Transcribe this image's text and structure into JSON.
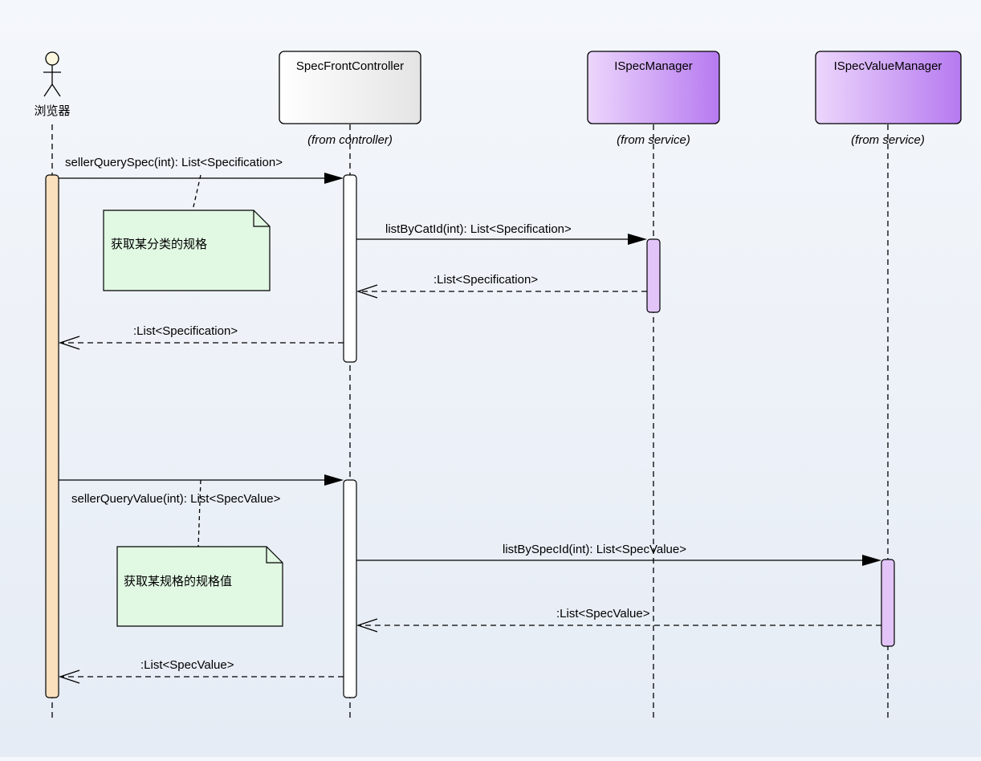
{
  "actor": {
    "name": "浏览器"
  },
  "lifelines": [
    {
      "id": "controller",
      "name": "SpecFrontController",
      "from": "(from controller)"
    },
    {
      "id": "spec",
      "name": "ISpecManager",
      "from": "(from service)"
    },
    {
      "id": "value",
      "name": "ISpecValueManager",
      "from": "(from service)"
    }
  ],
  "messages": {
    "m1": "sellerQuerySpec(int): List<Specification>",
    "m2": "listByCatId(int): List<Specification>",
    "m3": ":List<Specification>",
    "m4": ":List<Specification>",
    "m5": "sellerQueryValue(int): List<SpecValue>",
    "m6": "listBySpecId(int): List<SpecValue>",
    "m7": ":List<SpecValue>",
    "m8": ":List<SpecValue>"
  },
  "notes": {
    "n1": "获取某分类的规格",
    "n2": "获取某规格的规格值"
  },
  "colors": {
    "actor_activation": "#fbe0be",
    "controller_box": "#ffffff",
    "manager_box": "#c88af5",
    "manager_activation": "#e2c4f8",
    "note_fill": "#e1f8e3"
  }
}
